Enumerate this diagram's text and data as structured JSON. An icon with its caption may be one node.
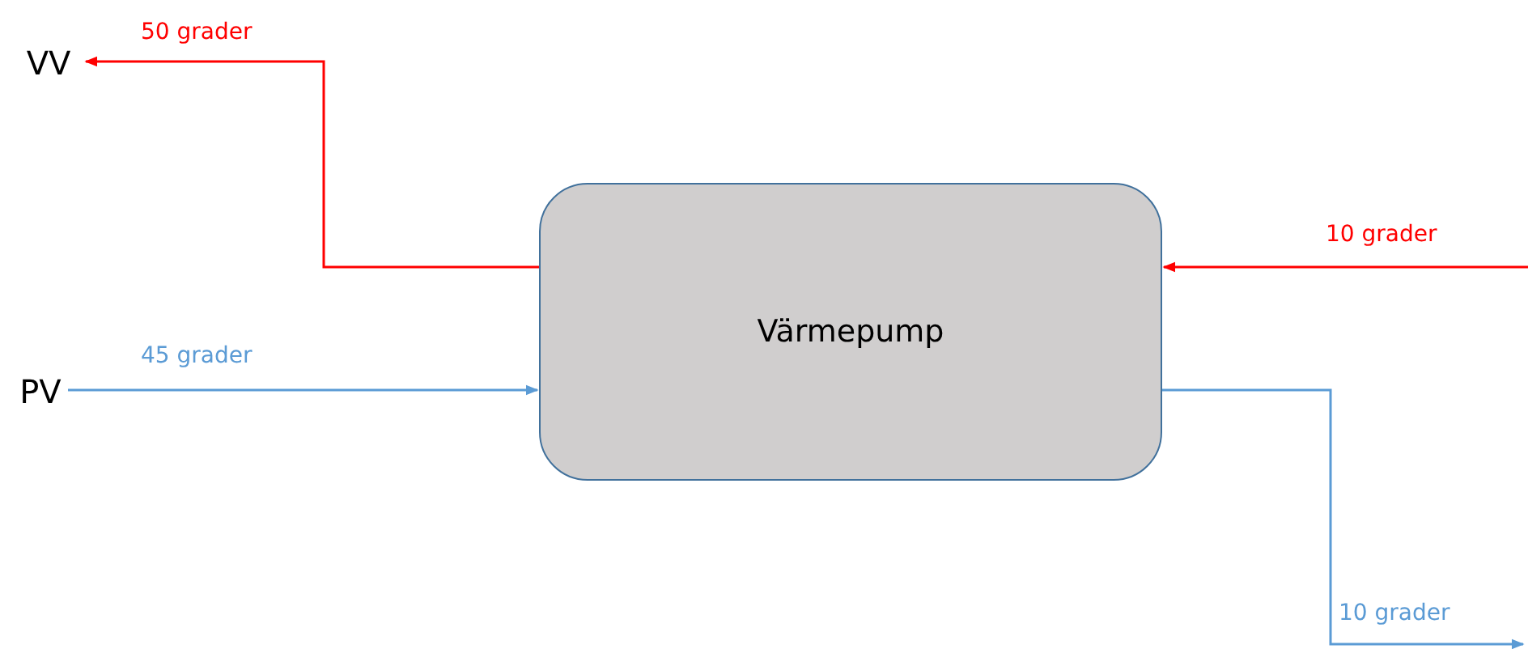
{
  "diagram": {
    "nodes": [
      {
        "text": [
          "VV"
        ]
      },
      {
        "text": [
          "PV"
        ]
      },
      {
        "text": [
          "Värmepump"
        ]
      }
    ],
    "edges": [
      {
        "from": 2,
        "to": 0,
        "arrow": "to",
        "label": "50 grader",
        "color": "#ff0000"
      },
      {
        "from": null,
        "to": 2,
        "arrow": "to",
        "label": "10 grader",
        "color": "#ff0000"
      },
      {
        "from": 1,
        "to": 2,
        "arrow": "to",
        "label": "45 grader",
        "color": "#5b9bd5"
      },
      {
        "from": 2,
        "to": null,
        "arrow": "to",
        "label": "10 grader",
        "color": "#5b9bd5"
      }
    ]
  }
}
